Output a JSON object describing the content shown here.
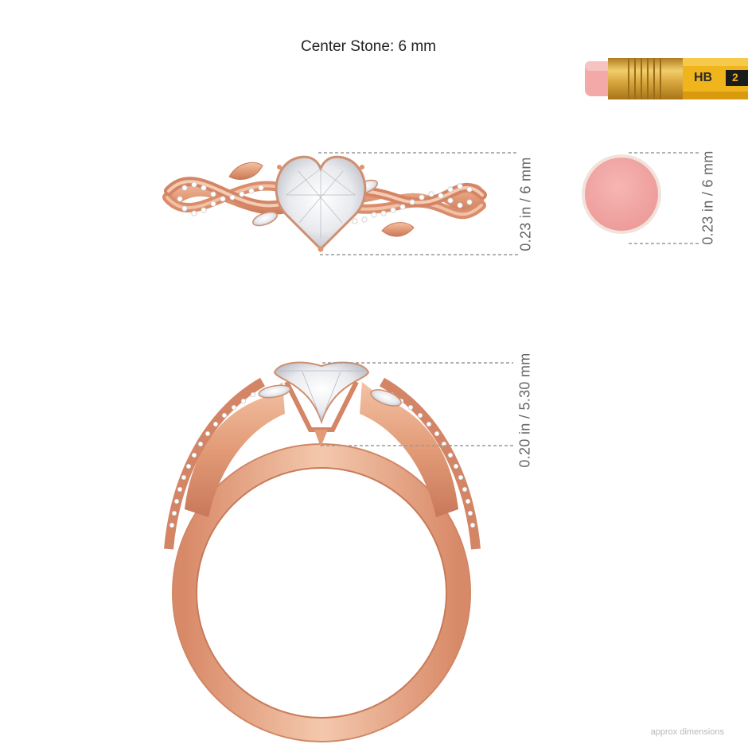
{
  "title": "Center Stone: 6 mm",
  "pencil": {
    "grade": "HB",
    "number": "2"
  },
  "dimensions": {
    "top_view_height": "0.23 in / 6 mm",
    "eraser_height": "0.23 in / 6 mm",
    "side_view_height": "0.20 in / 5.30 mm"
  },
  "footer": "approx dimensions",
  "colors": {
    "rose_gold": "#e8a583",
    "eraser_pink": "#f2a9a8",
    "pencil_yellow": "#f0b51c",
    "ferrule_gold": "#d9aa40"
  }
}
